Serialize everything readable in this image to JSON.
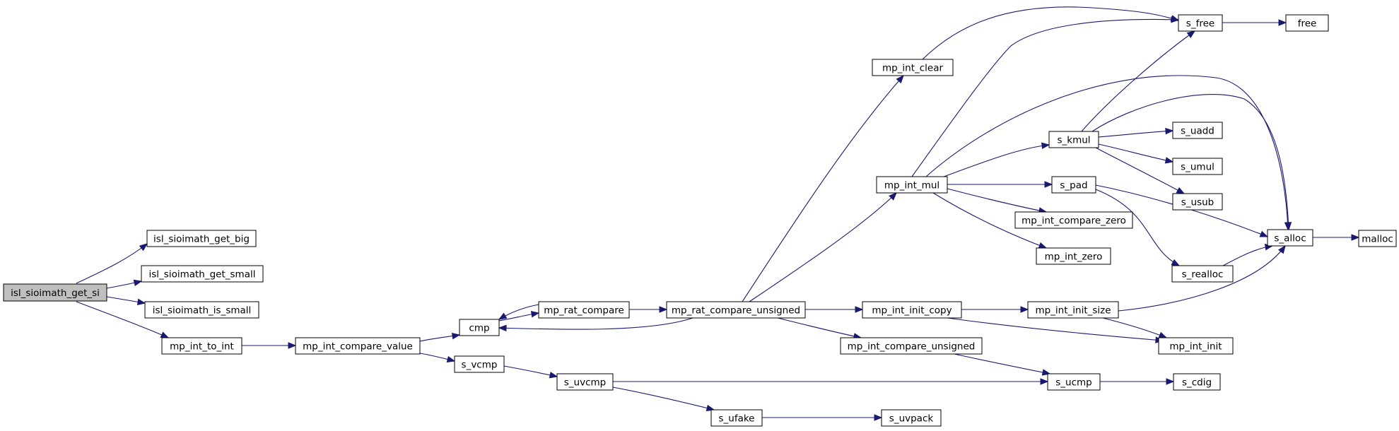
{
  "diagram": {
    "type": "call-graph",
    "root": "isl_sioimath_get_si",
    "colors": {
      "edge": "#191970",
      "node_border": "#000000",
      "root_fill": "#bfbfbf",
      "node_fill": "#ffffff"
    },
    "nodes": [
      {
        "id": "isl_sioimath_get_si",
        "label": "isl_sioimath_get_si"
      },
      {
        "id": "isl_sioimath_get_big",
        "label": "isl_sioimath_get_big"
      },
      {
        "id": "isl_sioimath_get_small",
        "label": "isl_sioimath_get_small"
      },
      {
        "id": "isl_sioimath_is_small",
        "label": "isl_sioimath_is_small"
      },
      {
        "id": "mp_int_to_int",
        "label": "mp_int_to_int"
      },
      {
        "id": "mp_int_compare_value",
        "label": "mp_int_compare_value"
      },
      {
        "id": "cmp",
        "label": "cmp"
      },
      {
        "id": "s_vcmp",
        "label": "s_vcmp"
      },
      {
        "id": "mp_rat_compare",
        "label": "mp_rat_compare"
      },
      {
        "id": "s_uvcmp",
        "label": "s_uvcmp"
      },
      {
        "id": "mp_rat_compare_unsigned",
        "label": "mp_rat_compare_unsigned"
      },
      {
        "id": "s_ufake",
        "label": "s_ufake"
      },
      {
        "id": "mp_int_clear",
        "label": "mp_int_clear"
      },
      {
        "id": "mp_int_mul",
        "label": "mp_int_mul"
      },
      {
        "id": "mp_int_init_copy",
        "label": "mp_int_init_copy"
      },
      {
        "id": "mp_int_compare_unsigned",
        "label": "mp_int_compare_unsigned"
      },
      {
        "id": "s_uvpack",
        "label": "s_uvpack"
      },
      {
        "id": "s_kmul",
        "label": "s_kmul"
      },
      {
        "id": "s_pad",
        "label": "s_pad"
      },
      {
        "id": "mp_int_compare_zero",
        "label": "mp_int_compare_zero"
      },
      {
        "id": "mp_int_zero",
        "label": "mp_int_zero"
      },
      {
        "id": "mp_int_init_size",
        "label": "mp_int_init_size"
      },
      {
        "id": "s_ucmp",
        "label": "s_ucmp"
      },
      {
        "id": "s_free",
        "label": "s_free"
      },
      {
        "id": "s_uadd",
        "label": "s_uadd"
      },
      {
        "id": "s_umul",
        "label": "s_umul"
      },
      {
        "id": "s_usub",
        "label": "s_usub"
      },
      {
        "id": "s_realloc",
        "label": "s_realloc"
      },
      {
        "id": "mp_int_init",
        "label": "mp_int_init"
      },
      {
        "id": "s_cdig",
        "label": "s_cdig"
      },
      {
        "id": "s_alloc",
        "label": "s_alloc"
      },
      {
        "id": "free",
        "label": "free"
      },
      {
        "id": "malloc",
        "label": "malloc"
      }
    ],
    "edges": [
      {
        "from": "isl_sioimath_get_si",
        "to": "isl_sioimath_get_big"
      },
      {
        "from": "isl_sioimath_get_si",
        "to": "isl_sioimath_get_small"
      },
      {
        "from": "isl_sioimath_get_si",
        "to": "isl_sioimath_is_small"
      },
      {
        "from": "isl_sioimath_get_si",
        "to": "mp_int_to_int"
      },
      {
        "from": "mp_int_to_int",
        "to": "mp_int_compare_value"
      },
      {
        "from": "mp_int_compare_value",
        "to": "cmp"
      },
      {
        "from": "mp_int_compare_value",
        "to": "s_vcmp"
      },
      {
        "from": "cmp",
        "to": "mp_rat_compare"
      },
      {
        "from": "mp_rat_compare",
        "to": "cmp"
      },
      {
        "from": "mp_rat_compare",
        "to": "mp_rat_compare_unsigned"
      },
      {
        "from": "mp_rat_compare_unsigned",
        "to": "cmp"
      },
      {
        "from": "mp_rat_compare_unsigned",
        "to": "mp_int_clear"
      },
      {
        "from": "mp_rat_compare_unsigned",
        "to": "mp_int_mul"
      },
      {
        "from": "mp_rat_compare_unsigned",
        "to": "mp_int_init_copy"
      },
      {
        "from": "mp_rat_compare_unsigned",
        "to": "mp_int_compare_unsigned"
      },
      {
        "from": "s_vcmp",
        "to": "s_uvcmp"
      },
      {
        "from": "s_uvcmp",
        "to": "s_ucmp"
      },
      {
        "from": "s_uvcmp",
        "to": "s_ufake"
      },
      {
        "from": "s_ufake",
        "to": "s_uvpack"
      },
      {
        "from": "mp_int_clear",
        "to": "s_free"
      },
      {
        "from": "mp_int_mul",
        "to": "s_free"
      },
      {
        "from": "mp_int_mul",
        "to": "s_alloc"
      },
      {
        "from": "mp_int_mul",
        "to": "s_kmul"
      },
      {
        "from": "mp_int_mul",
        "to": "s_pad"
      },
      {
        "from": "mp_int_mul",
        "to": "mp_int_compare_zero"
      },
      {
        "from": "mp_int_mul",
        "to": "mp_int_zero"
      },
      {
        "from": "s_kmul",
        "to": "s_free"
      },
      {
        "from": "s_kmul",
        "to": "s_alloc"
      },
      {
        "from": "s_kmul",
        "to": "s_uadd"
      },
      {
        "from": "s_kmul",
        "to": "s_umul"
      },
      {
        "from": "s_kmul",
        "to": "s_usub"
      },
      {
        "from": "s_pad",
        "to": "s_alloc"
      },
      {
        "from": "s_pad",
        "to": "s_realloc"
      },
      {
        "from": "s_realloc",
        "to": "s_alloc"
      },
      {
        "from": "s_free",
        "to": "free"
      },
      {
        "from": "s_alloc",
        "to": "malloc"
      },
      {
        "from": "mp_int_init_copy",
        "to": "mp_int_init_size"
      },
      {
        "from": "mp_int_init_copy",
        "to": "mp_int_init"
      },
      {
        "from": "mp_int_init_size",
        "to": "s_alloc"
      },
      {
        "from": "mp_int_init_size",
        "to": "mp_int_init"
      },
      {
        "from": "mp_int_compare_unsigned",
        "to": "s_ucmp"
      },
      {
        "from": "s_ucmp",
        "to": "s_cdig"
      }
    ]
  }
}
